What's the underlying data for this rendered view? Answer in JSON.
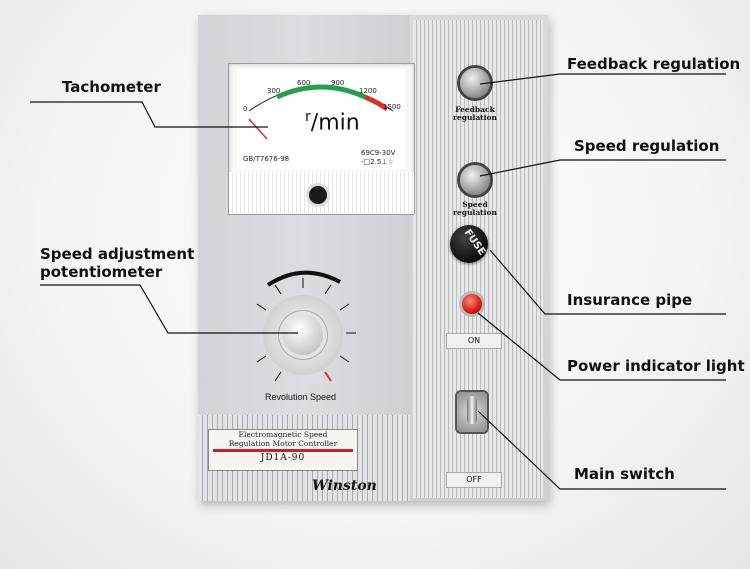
{
  "callouts": {
    "tachometer": "Tachometer",
    "speed_adj_line1": "Speed adjustment",
    "speed_adj_line2": "potentiometer",
    "feedback_regulation": "Feedback regulation",
    "speed_regulation": "Speed regulation",
    "insurance_pipe": "Insurance pipe",
    "power_indicator_light": "Power indicator light",
    "main_switch": "Main switch"
  },
  "meter": {
    "scale": [
      "0",
      "300",
      "600",
      "900",
      "1200",
      "1500"
    ],
    "unit_r": "r",
    "unit_min": "min",
    "standard": "GB/T7676-98",
    "spec": "69C9-30V",
    "class_mark": "-□2.5⊥☆"
  },
  "potentiometer": {
    "label": "Revolution Speed"
  },
  "plate": {
    "line1": "Electromagnetic Speed",
    "line2": "Regulation Motor Controller",
    "model": "JD1A-90"
  },
  "brand": "Winston",
  "controls": {
    "feedback_label_1": "Feedback",
    "feedback_label_2": "regulation",
    "speed_label_1": "Speed",
    "speed_label_2": "regulation",
    "fuse_text": "FUSE",
    "on_tag": "ON",
    "off_tag": "OFF"
  },
  "colors": {
    "indicator": "#d11a12",
    "plate_stripe": "#d31c23"
  }
}
